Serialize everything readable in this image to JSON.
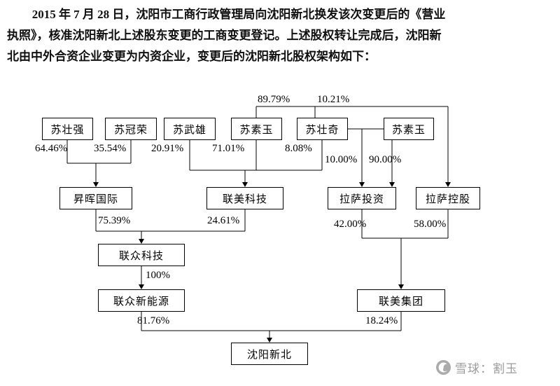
{
  "paragraph": {
    "lines": [
      "2015 年 7 月 28 日，沈阳市工商行政管理局向沈阳新北换发该次变更后的《营业",
      "执照》，核准沈阳新北上述股东变更的工商变更登记。上述股权转让完成后，沈阳新",
      "北由中外合资企业变更为内资企业，变更后的沈阳新北股权架构如下："
    ]
  },
  "diagram": {
    "nodes": {
      "su_zhuangqiang": "苏壮强",
      "su_guanrong": "苏冠荣",
      "su_wuxiong": "苏武雄",
      "su_suyu_1": "苏素玉",
      "su_zhuangqi": "苏壮奇",
      "su_suyu_2": "苏素玉",
      "shenghui": "昇晖国际",
      "lianmei_tech": "联美科技",
      "lasa_invest": "拉萨投资",
      "lasa_holding": "拉萨控股",
      "lianzhong_tech": "联众科技",
      "lianzhong_energy": "联众新能源",
      "lianmei_group": "联美集团",
      "shenyang_xinbei": "沈阳新北"
    },
    "edges": [
      {
        "from": "苏壮强",
        "to": "昇晖国际",
        "pct": "64.46%"
      },
      {
        "from": "苏冠荣",
        "to": "昇晖国际",
        "pct": "35.54%"
      },
      {
        "from": "苏武雄",
        "to": "联美科技",
        "pct": "20.91%"
      },
      {
        "from": "苏素玉",
        "to": "联美科技",
        "pct": "71.01%"
      },
      {
        "from": "苏壮奇",
        "to": "联美科技",
        "pct": "8.08%"
      },
      {
        "from": "苏素玉",
        "to": "拉萨控股",
        "pct": "89.79%"
      },
      {
        "from": "苏壮奇",
        "to": "拉萨控股",
        "pct": "10.21%"
      },
      {
        "from": "苏壮奇",
        "to": "拉萨投资",
        "pct": "10.00%"
      },
      {
        "from": "苏素玉",
        "to": "拉萨投资",
        "pct": "90.00%"
      },
      {
        "from": "昇晖国际",
        "to": "联众科技",
        "pct": "75.39%"
      },
      {
        "from": "联美科技",
        "to": "联众科技",
        "pct": "24.61%"
      },
      {
        "from": "拉萨投资",
        "to": "联美集团",
        "pct": "42.00%"
      },
      {
        "from": "拉萨控股",
        "to": "联美集团",
        "pct": "58.00%"
      },
      {
        "from": "联众科技",
        "to": "联众新能源",
        "pct": "100%"
      },
      {
        "from": "联众新能源",
        "to": "沈阳新北",
        "pct": "81.76%"
      },
      {
        "from": "联美集团",
        "to": "沈阳新北",
        "pct": "18.24%"
      }
    ]
  },
  "watermark": {
    "text": "雪球：割玉",
    "icon_color": "#ababab",
    "text_color": "#9b9b9b"
  }
}
